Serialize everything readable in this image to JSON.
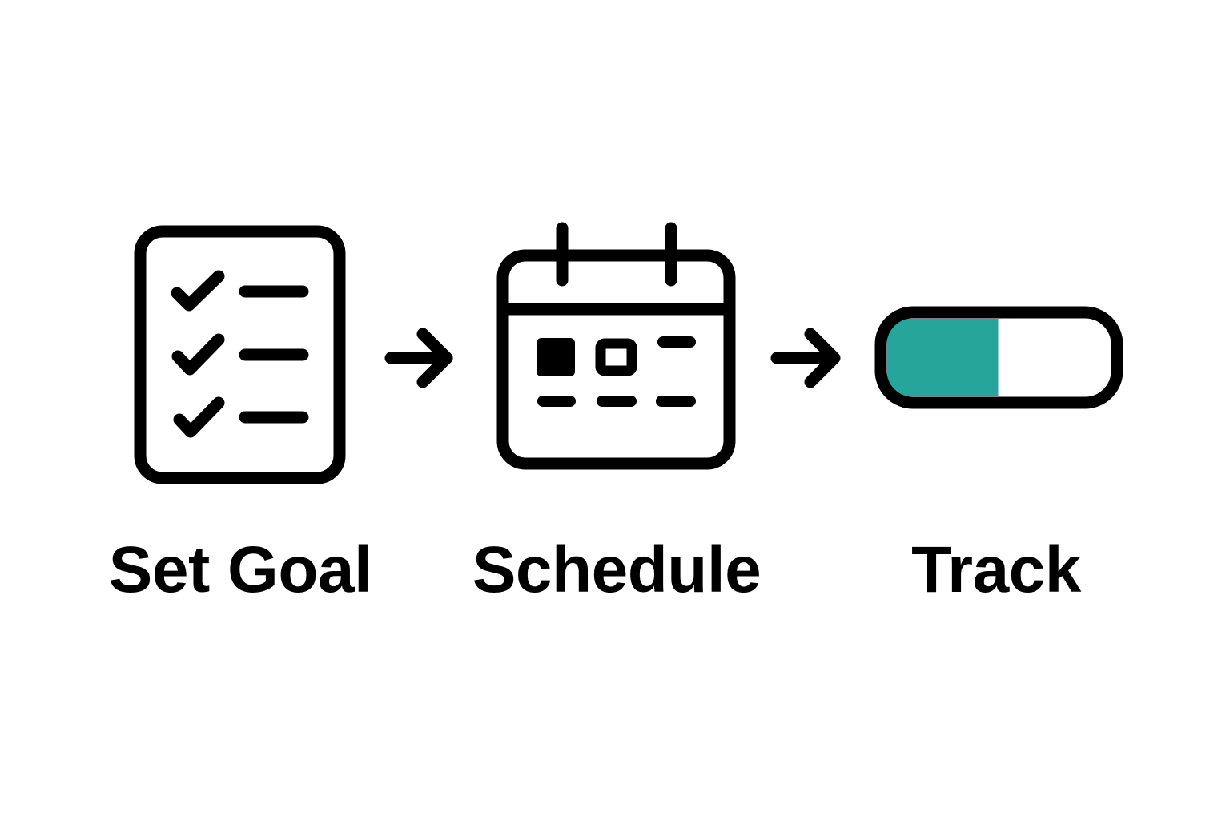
{
  "steps": [
    {
      "label": "Set Goal",
      "icon": "checklist-icon"
    },
    {
      "label": "Schedule",
      "icon": "calendar-icon"
    },
    {
      "label": "Track",
      "icon": "progress-bar-icon"
    }
  ],
  "connectors": [
    {
      "icon": "arrow-right-icon"
    },
    {
      "icon": "arrow-right-icon"
    }
  ],
  "progress": {
    "fraction": 0.5
  },
  "colors": {
    "stroke": "#000000",
    "fill_accent": "#26a69a",
    "background": "#ffffff"
  }
}
